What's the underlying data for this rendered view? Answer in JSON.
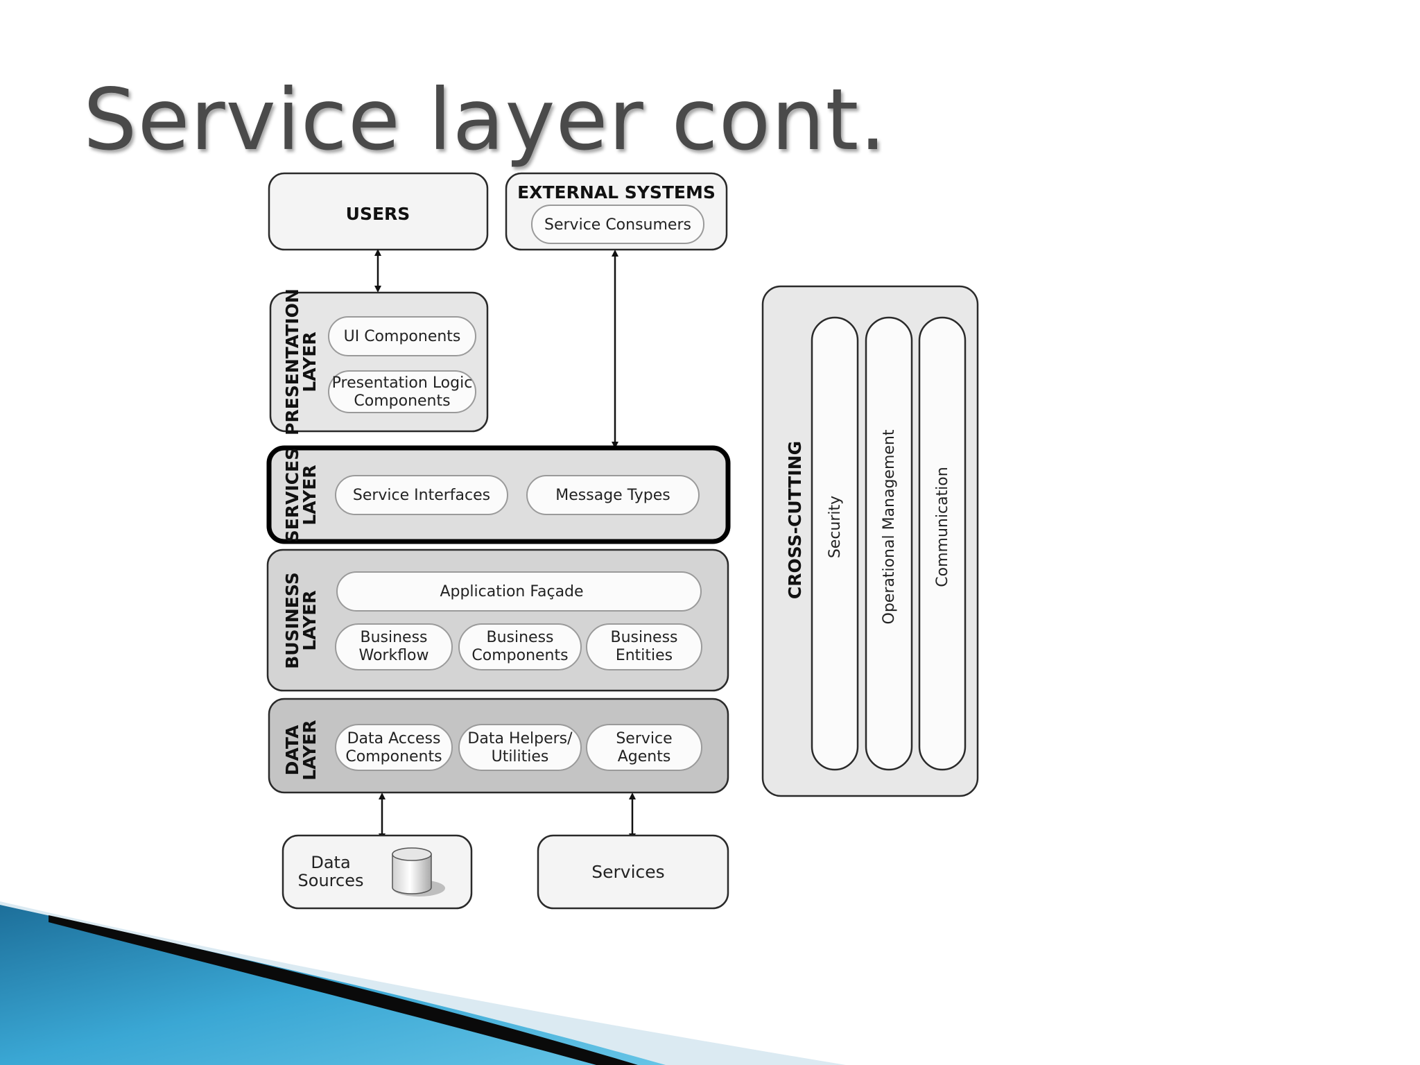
{
  "title": "Service layer cont.",
  "users": {
    "label": "USERS"
  },
  "external_systems": {
    "label": "EXTERNAL SYSTEMS",
    "service_consumers": "Service Consumers"
  },
  "presentation_layer": {
    "label_line1": "PRESENTATION",
    "label_line2": "LAYER",
    "ui_components": "UI Components",
    "presentation_logic_line1": "Presentation Logic",
    "presentation_logic_line2": "Components"
  },
  "services_layer": {
    "label_line1": "SERVICES",
    "label_line2": "LAYER",
    "service_interfaces": "Service Interfaces",
    "message_types": "Message Types"
  },
  "business_layer": {
    "label_line1": "BUSINESS",
    "label_line2": "LAYER",
    "application_facade": "Application Façade",
    "workflow_line1": "Business",
    "workflow_line2": "Workflow",
    "components_line1": "Business",
    "components_line2": "Components",
    "entities_line1": "Business",
    "entities_line2": "Entities"
  },
  "data_layer": {
    "label_line1": "DATA",
    "label_line2": "LAYER",
    "access_line1": "Data Access",
    "access_line2": "Components",
    "helpers_line1": "Data Helpers/",
    "helpers_line2": "Utilities",
    "agents_line1": "Service",
    "agents_line2": "Agents"
  },
  "cross_cutting": {
    "label": "CROSS-CUTTING",
    "security": "Security",
    "operational_management": "Operational Management",
    "communication": "Communication"
  },
  "data_sources": {
    "line1": "Data",
    "line2": "Sources"
  },
  "services": {
    "label": "Services"
  },
  "colors": {
    "presentation": "#e6e6e6",
    "services": "#dedede",
    "business": "#d4d4d4",
    "data": "#c4c4c4",
    "cross_cutting": "#e8e8e8",
    "accent_blue": "#2b8fc0"
  }
}
